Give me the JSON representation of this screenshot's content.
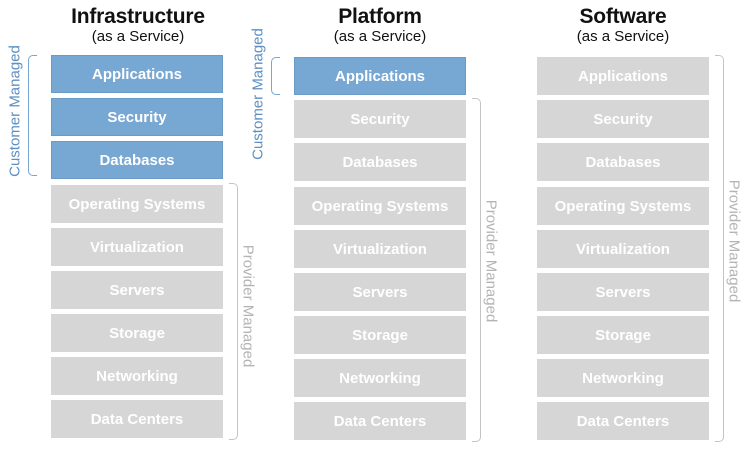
{
  "columns": [
    {
      "title": "Infrastructure",
      "subtitle": "(as a Service)",
      "customer_label": "Customer Managed",
      "provider_label": "Provider Managed",
      "customer_layers": [
        "Applications",
        "Security",
        "Databases"
      ],
      "provider_layers": [
        "Operating Systems",
        "Virtualization",
        "Servers",
        "Storage",
        "Networking",
        "Data Centers"
      ]
    },
    {
      "title": "Platform",
      "subtitle": "(as a Service)",
      "customer_label": "Customer Managed",
      "provider_label": "Provider Managed",
      "customer_layers": [
        "Applications"
      ],
      "provider_layers": [
        "Security",
        "Databases",
        "Operating Systems",
        "Virtualization",
        "Servers",
        "Storage",
        "Networking",
        "Data Centers"
      ]
    },
    {
      "title": "Software",
      "subtitle": "(as a Service)",
      "customer_label": "",
      "provider_label": "Provider Managed",
      "customer_layers": [],
      "provider_layers": [
        "Applications",
        "Security",
        "Databases",
        "Operating Systems",
        "Virtualization",
        "Servers",
        "Storage",
        "Networking",
        "Data Centers"
      ]
    }
  ],
  "colors": {
    "customer_managed": "#77a7d3",
    "provider_managed": "#d6d6d6",
    "customer_text": "#5d8fc2",
    "provider_text": "#b4b4b4"
  }
}
